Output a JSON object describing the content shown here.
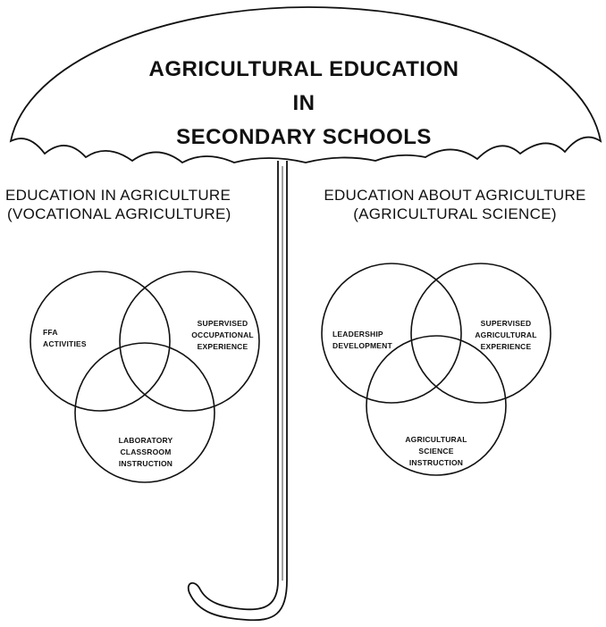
{
  "diagram": {
    "title_lines": [
      "AGRICULTURAL EDUCATION",
      "IN",
      "SECONDARY SCHOOLS"
    ],
    "left_branch": {
      "heading": [
        "EDUCATION IN AGRICULTURE",
        "(VOCATIONAL AGRICULTURE)"
      ],
      "circles": [
        {
          "lines": [
            "FFA",
            "ACTIVITIES"
          ]
        },
        {
          "lines": [
            "SUPERVISED",
            "OCCUPATIONAL",
            "EXPERIENCE"
          ]
        },
        {
          "lines": [
            "LABORATORY",
            "CLASSROOM",
            "INSTRUCTION"
          ]
        }
      ]
    },
    "right_branch": {
      "heading": [
        "EDUCATION ABOUT AGRICULTURE",
        "(AGRICULTURAL SCIENCE)"
      ],
      "circles": [
        {
          "lines": [
            "LEADERSHIP",
            "DEVELOPMENT"
          ]
        },
        {
          "lines": [
            "SUPERVISED",
            "AGRICULTURAL",
            "EXPERIENCE"
          ]
        },
        {
          "lines": [
            "AGRICULTURAL",
            "SCIENCE",
            "INSTRUCTION"
          ]
        }
      ]
    }
  }
}
